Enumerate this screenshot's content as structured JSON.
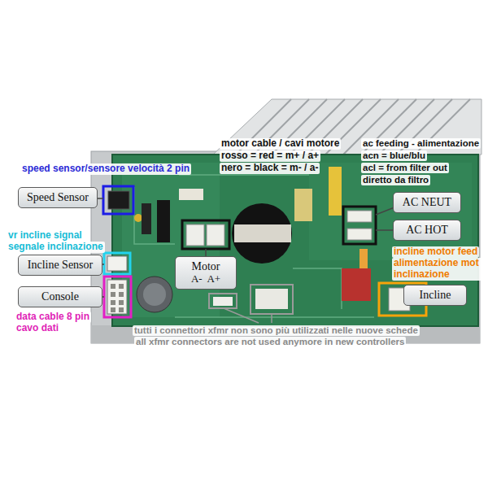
{
  "diagram": {
    "nodes": [
      {
        "text": [
          "Speed Sensor"
        ]
      },
      {
        "text": [
          "AC NEUT"
        ]
      },
      {
        "text": [
          "AC HOT"
        ]
      },
      {
        "text": [
          "Incline Sensor"
        ]
      },
      {
        "text": [
          "Motor",
          "A-  A+"
        ]
      },
      {
        "text": [
          "Incline"
        ]
      },
      {
        "text": [
          "Console"
        ]
      }
    ],
    "labels": [
      "motor cable / cavi motore",
      "ac feeding - alimentazione",
      "rosso = red = m+ / a+",
      "acn = blue/blu",
      "speed sensor/sensore velocità 2 pin",
      "nero = black = m- / a-",
      "acl = from filter out",
      "diretto da filtro",
      "vr incline signal",
      "segnale inclinazione",
      "incline motor feed",
      "alimentazione mot inclinazione",
      "data cable 8 pin",
      "cavo dati",
      "tutti i connettori xfmr non sono più utilizzati nelle nuove schede",
      "all xfmr connectors are not used anymore in new controllers"
    ]
  }
}
